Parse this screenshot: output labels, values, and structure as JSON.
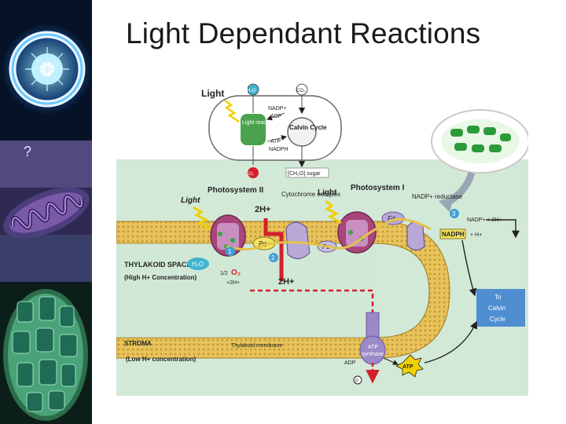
{
  "slide": {
    "title": "Light Dependant Reactions"
  },
  "overview": {
    "light": "Light",
    "h2o": "H₂O",
    "co2": "CO₂",
    "nadp_plus": "NADP+",
    "adp": "ADP",
    "light_reactions": "Light reactions",
    "calvin_cycle": "Calvin Cycle",
    "atp": "ATP",
    "nadph": "NADPH",
    "o2": "O₂",
    "sugar": "[CH₂O] sugar"
  },
  "membrane": {
    "light_1": "Light",
    "ps2": "Photosystem II",
    "h_top_1": "2H+",
    "cytochrome": "Cytochrome complex",
    "light_2": "Light",
    "ps1": "Photosystem I",
    "nadp_reductase": "NADP+ reductase",
    "fd": "Fd",
    "nadp_2h": "NADP+ + 2H+",
    "nadph": "NADPH",
    "h_plus": "+ H+",
    "pq": "Pq",
    "pc": "Pc",
    "num1": "1",
    "num2": "2",
    "num3": "3",
    "thylakoid_space": "THYLAKOID SPACE",
    "high_h": "(High H+ Concentration)",
    "h2o": "H₂O",
    "half_o2": "1/2",
    "o2": "O₂",
    "plus_2h": "+2H+",
    "h_bottom": "2H+",
    "to_calvin": [
      "To",
      "Calvin",
      "Cycle"
    ],
    "stroma": "STROMA",
    "low_h": "(Low H+ concentration)",
    "thylakoid_membrane": "Thylakoid membrane",
    "atp_synthase": [
      "ATP",
      "synthase"
    ],
    "adp": "ADP",
    "pi": "P",
    "atp": "ATP"
  }
}
